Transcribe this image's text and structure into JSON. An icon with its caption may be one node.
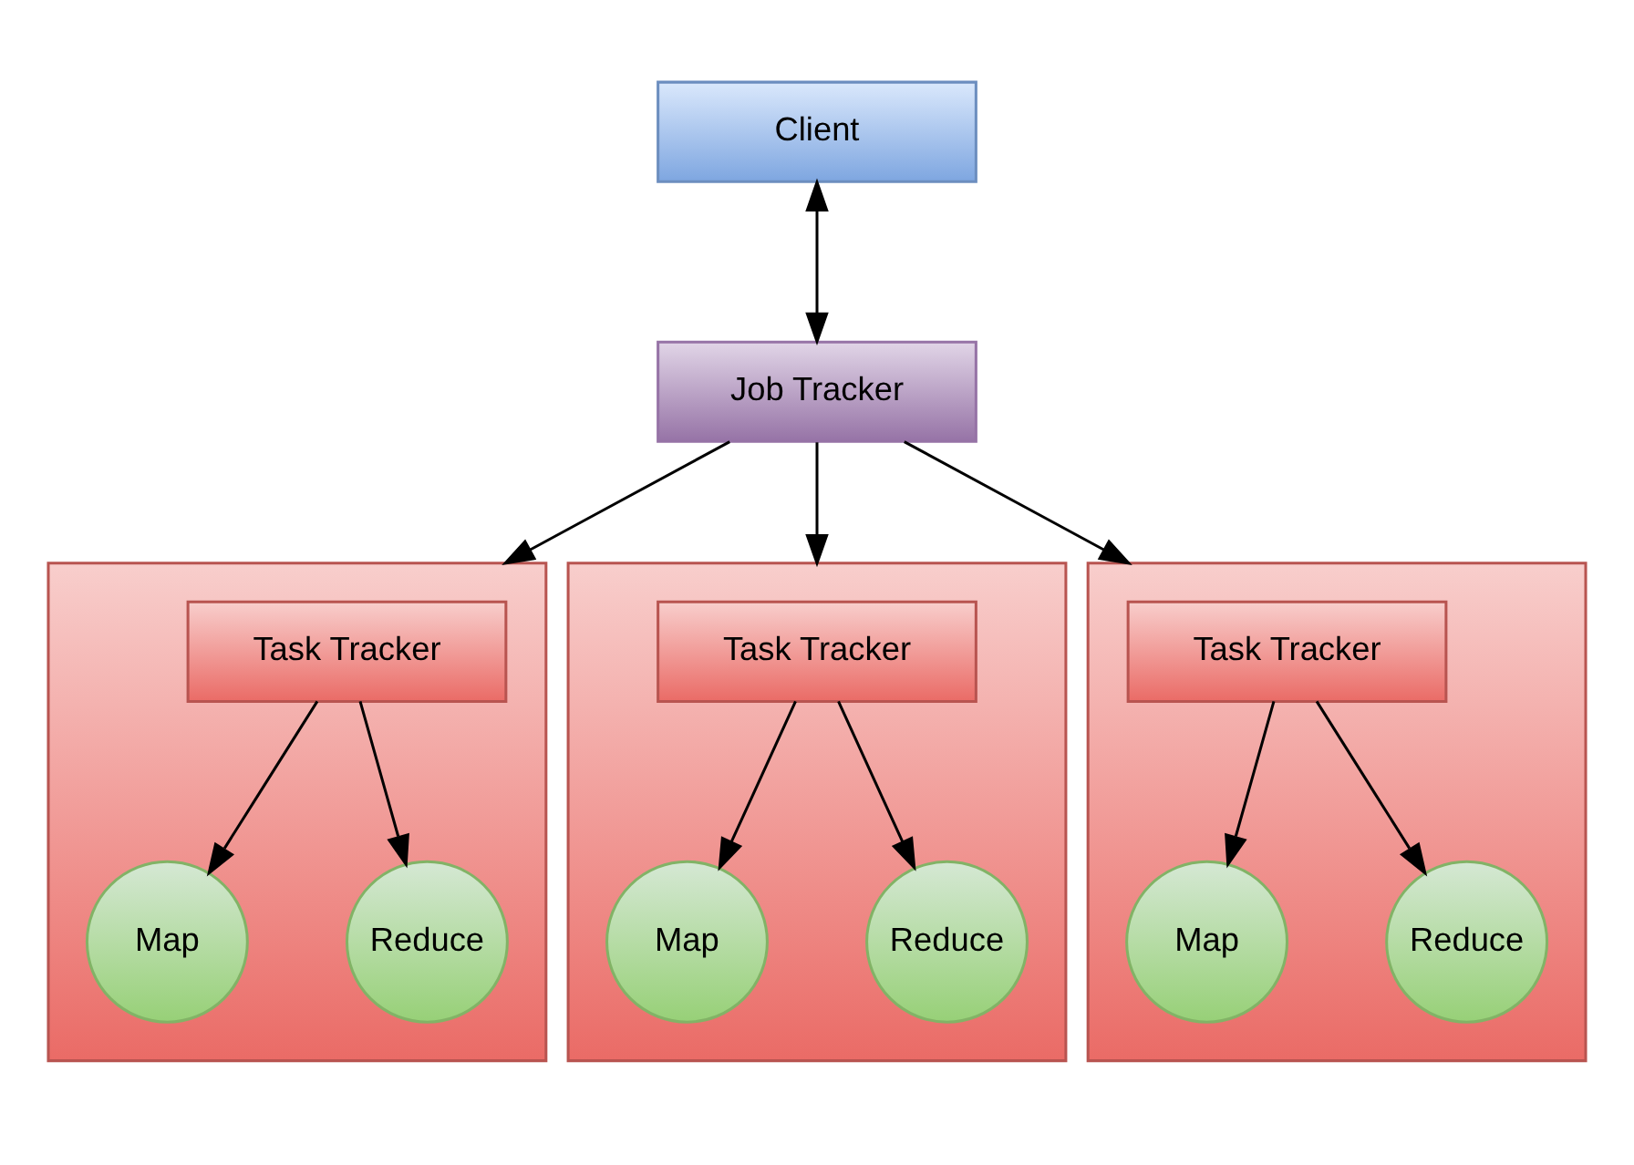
{
  "diagram": {
    "nodes": [
      {
        "text": [
          "Client"
        ]
      },
      {
        "text": [
          "Job Tracker"
        ]
      },
      {
        "text": [],
        "shape": "box"
      },
      {
        "text": [
          "Task Tracker"
        ],
        "in": 2
      },
      {
        "text": [
          "Map"
        ],
        "in": 2
      },
      {
        "text": [
          "Reduce"
        ],
        "in": 2
      },
      {
        "text": [],
        "shape": "box"
      },
      {
        "text": [
          "Task Tracker"
        ],
        "in": 6
      },
      {
        "text": [
          "Map"
        ],
        "in": 6
      },
      {
        "text": [
          "Reduce"
        ],
        "in": 6
      },
      {
        "text": [],
        "shape": "box"
      },
      {
        "text": [
          "Task Tracker"
        ],
        "in": 10
      },
      {
        "text": [
          "Map"
        ],
        "in": 10
      },
      {
        "text": [
          "Reduce"
        ],
        "in": 10
      }
    ],
    "edges": [
      {
        "from": 0,
        "to": 1,
        "arrow": "both"
      },
      {
        "from": 1,
        "to": 2,
        "arrow": "to"
      },
      {
        "from": 1,
        "to": 6,
        "arrow": "to"
      },
      {
        "from": 1,
        "to": 10,
        "arrow": "to"
      },
      {
        "from": 3,
        "to": 4,
        "arrow": "to"
      },
      {
        "from": 3,
        "to": 5,
        "arrow": "to"
      },
      {
        "from": 7,
        "to": 8,
        "arrow": "to"
      },
      {
        "from": 7,
        "to": 9,
        "arrow": "to"
      },
      {
        "from": 11,
        "to": 12,
        "arrow": "to"
      },
      {
        "from": 11,
        "to": 13,
        "arrow": "to"
      }
    ]
  }
}
